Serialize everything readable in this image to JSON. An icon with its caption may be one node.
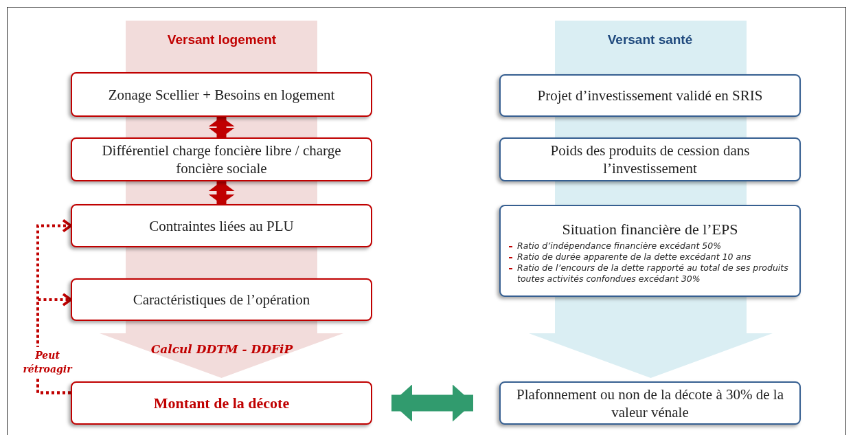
{
  "diagram": {
    "nodes": [
      {
        "text": [
          "Zonage Scellier + Besoins en logement"
        ]
      },
      {
        "text": [
          "Différentiel charge foncière libre / charge foncière sociale"
        ]
      },
      {
        "text": [
          "Contraintes liées au PLU"
        ]
      },
      {
        "text": [
          "Caractéristiques de l’opération"
        ]
      },
      {
        "text": [
          "Montant de la décote"
        ]
      },
      {
        "text": [
          "Projet d’investissement validé en SRIS"
        ]
      },
      {
        "text": [
          "Poids des produits de cession dans l’investissement"
        ]
      },
      {
        "text": [
          "Situation financière de l’EPS",
          "Ratio d’indépendance financière excédant 50%",
          "Ratio de durée apparente de la dette excédant 10 ans",
          "Ratio de l’encours de la dette rapporté au total de ses produits toutes activités confondues excédant 30%"
        ]
      },
      {
        "text": [
          "Plafonnement ou non de la décote à 30% de la valeur vénale"
        ]
      }
    ],
    "edges": [
      {
        "from": 0,
        "to": 1,
        "arrow": "both"
      },
      {
        "from": 1,
        "to": 2,
        "arrow": "both"
      },
      {
        "from": 4,
        "to": 2,
        "arrow": "to",
        "style": "dashed"
      },
      {
        "from": 4,
        "to": 3,
        "arrow": "to",
        "style": "dashed",
        "label": "Peut rétroagir"
      },
      {
        "from": 4,
        "to": 8,
        "arrow": "both",
        "color": "#319b6e"
      }
    ],
    "labels": [
      "Versant logement",
      "Versant santé",
      "Calcul DDTM - DDFiP"
    ]
  }
}
